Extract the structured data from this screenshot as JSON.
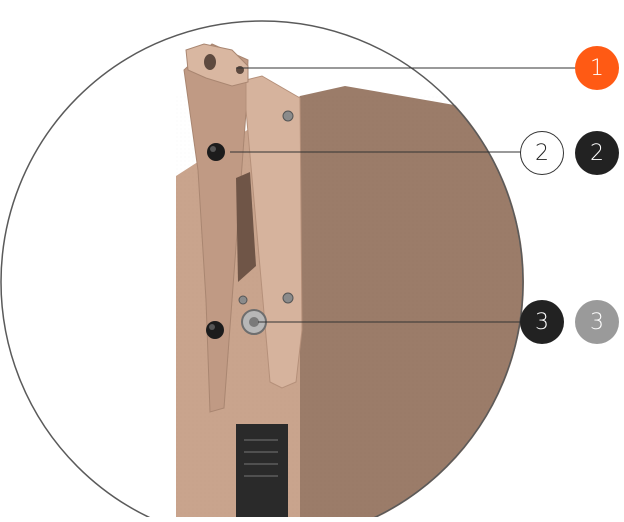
{
  "colors": {
    "accent_orange": "#ff5a14",
    "badge_black": "#222222",
    "badge_grey": "#9a9a9a",
    "bracket": "#c9a48d",
    "cabinet": "#9b7c69"
  },
  "callouts": [
    {
      "id": "1",
      "label": "1",
      "style": "orange",
      "icon": "rigging-point"
    },
    {
      "id": "2a",
      "label": "2",
      "style": "white-outline",
      "icon": "hex-bolt"
    },
    {
      "id": "2b",
      "label": "2",
      "style": "black",
      "icon": "hex-bolt"
    },
    {
      "id": "3a",
      "label": "3",
      "style": "black",
      "icon": "locking-pin"
    },
    {
      "id": "3b",
      "label": "3",
      "style": "grey",
      "icon": "locking-pin"
    }
  ]
}
